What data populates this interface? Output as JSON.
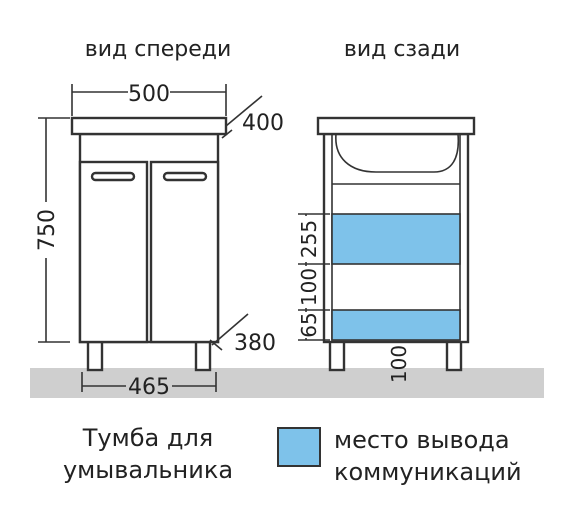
{
  "views": {
    "front_title": "вид спереди",
    "back_title": "вид сзади"
  },
  "dimensions": {
    "front_width": "500",
    "depth_top": "400",
    "height": "750",
    "depth_bottom": "380",
    "plinth_width": "465",
    "zone_upper": "255",
    "zone_gap": "100",
    "zone_lower": "65",
    "bottom_offset": "100"
  },
  "caption": {
    "line1": "Тумба для",
    "line2": "умывальника"
  },
  "legend": {
    "line1": "место вывода",
    "line2": "коммуникаций",
    "color": "#7ec2ea"
  },
  "colors": {
    "floor": "#cfcfcf",
    "communication_zone": "#7ec2ea",
    "stroke": "#333333"
  }
}
